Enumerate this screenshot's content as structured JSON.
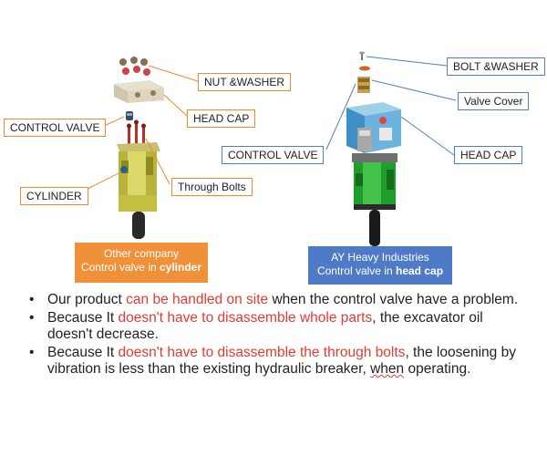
{
  "left": {
    "labels": {
      "nut_washer": "NUT &WASHER",
      "head_cap": "HEAD CAP",
      "control_valve": "CONTROL VALVE",
      "cylinder": "CYLINDER",
      "through_bolts": "Through Bolts"
    },
    "caption_line1": "Other company",
    "caption_line2_prefix": "Control valve in ",
    "caption_line2_bold": "cylinder"
  },
  "right": {
    "labels": {
      "bolt_washer": "BOLT &WASHER",
      "valve_cover": "Valve Cover",
      "control_valve": "CONTROL VALVE",
      "head_cap": "HEAD CAP"
    },
    "caption_line1": "AY Heavy Industries",
    "caption_line2_prefix": "Control valve in ",
    "caption_line2_bold": "head cap"
  },
  "bullets": [
    {
      "a": "Our product ",
      "b": "can be handled on site",
      "c": " when the control valve have a problem."
    },
    {
      "a": "Because It ",
      "b": "doesn't have to disassemble whole parts",
      "c": ", the excavator oil doesn't decrease."
    },
    {
      "a": "Because It ",
      "b": "doesn't have to disassemble the through bolts",
      "c": ", the loosening by vibration is less than the existing hydraulic breaker, ",
      "d": "when",
      "e": " operating."
    }
  ],
  "colors": {
    "orange_border": "#ef8a2e",
    "orange_fill": "#f0913a",
    "blue_border": "#4f7fc0",
    "blue_fill": "#4e7ac7",
    "emphasis_red": "#e53a2f"
  }
}
